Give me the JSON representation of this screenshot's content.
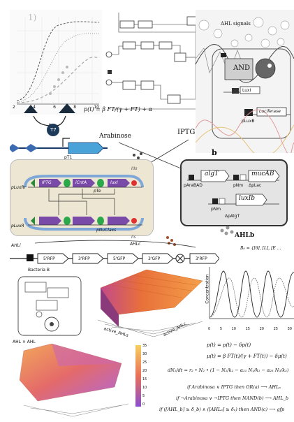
{
  "top_plot": {
    "label": "1)",
    "x_ticks": [
      "2",
      "4",
      "6",
      "8",
      "10"
    ]
  },
  "t7_label": "T7",
  "pt1_label": "pT1",
  "equation_top": "p(t) = β FT/(γ + FT) + α",
  "inducers": {
    "arabinose": "Arabinose",
    "iptg": "IPTG"
  },
  "ahl_signals": "AHL signals",
  "and_gate": "AND",
  "luxi": "LuxI",
  "luciferase": "Luciferase",
  "plux_b": "pLuxB",
  "panel_b_label": "b",
  "panel_b": {
    "row1": [
      "pAraBAD",
      "algT",
      "pNm",
      "mucAB",
      "ΔpLac"
    ],
    "row2": [
      "pNm",
      "ΔpAlgT",
      "luxIb"
    ]
  },
  "ahlb_label": "AHLb",
  "b_eq": "B₀ = {[θ], [L], [E ...",
  "cell_a": {
    "top_parts": [
      "pLuxRr",
      "IPTG",
      "iCntA",
      "pTe",
      "luxI"
    ],
    "bottom_parts": [
      "pLuxR",
      "pNuClaxs"
    ],
    "inner_labels": [
      "IIIs",
      "IIs"
    ]
  },
  "ahlc_label": "AHLc",
  "ahli_label": "AHLi",
  "gene_track": [
    "5'RFP",
    "3'RFP",
    "5'GFP",
    "3'GFP",
    "3'RFP"
  ],
  "bacteria_b": "Bacteria B",
  "surface1": {
    "ylabel": "active_AHLs",
    "xlabel": "active_AHLc"
  },
  "surface2": {
    "zlabel": "AHL × AHL",
    "colorbar": [
      "35",
      "30",
      "25",
      "20",
      "15",
      "10",
      "5",
      "0"
    ]
  },
  "right_plot": {
    "ylabel": "Concentration",
    "x_ticks": [
      "0",
      "5",
      "10",
      "15",
      "20",
      "25",
      "30"
    ]
  },
  "equations": [
    "p(t) = p(t) − δp(t)",
    "μ(t) = β FT(t)/(γ + FT(t)) − δμ(t)",
    "dN₂/dt = r₂ • N₂ • (1 − N₂/k₂ − α₂₁ N₁/k₁ − α₂₃ N₃/k₃)"
  ],
  "logic_rules": [
    "if Arabinosa ∨ IPTG then OR(a) ⟶ AHLₐ",
    "if ¬Arabinosa ∨ ¬IPTG then NAND(b) ⟶ AHL_b",
    "if ([AHL_b] ≥ δ_b) ∧ ([AHLₐ] ≥ δₐ) then AND(c) ⟶ gfp"
  ]
}
